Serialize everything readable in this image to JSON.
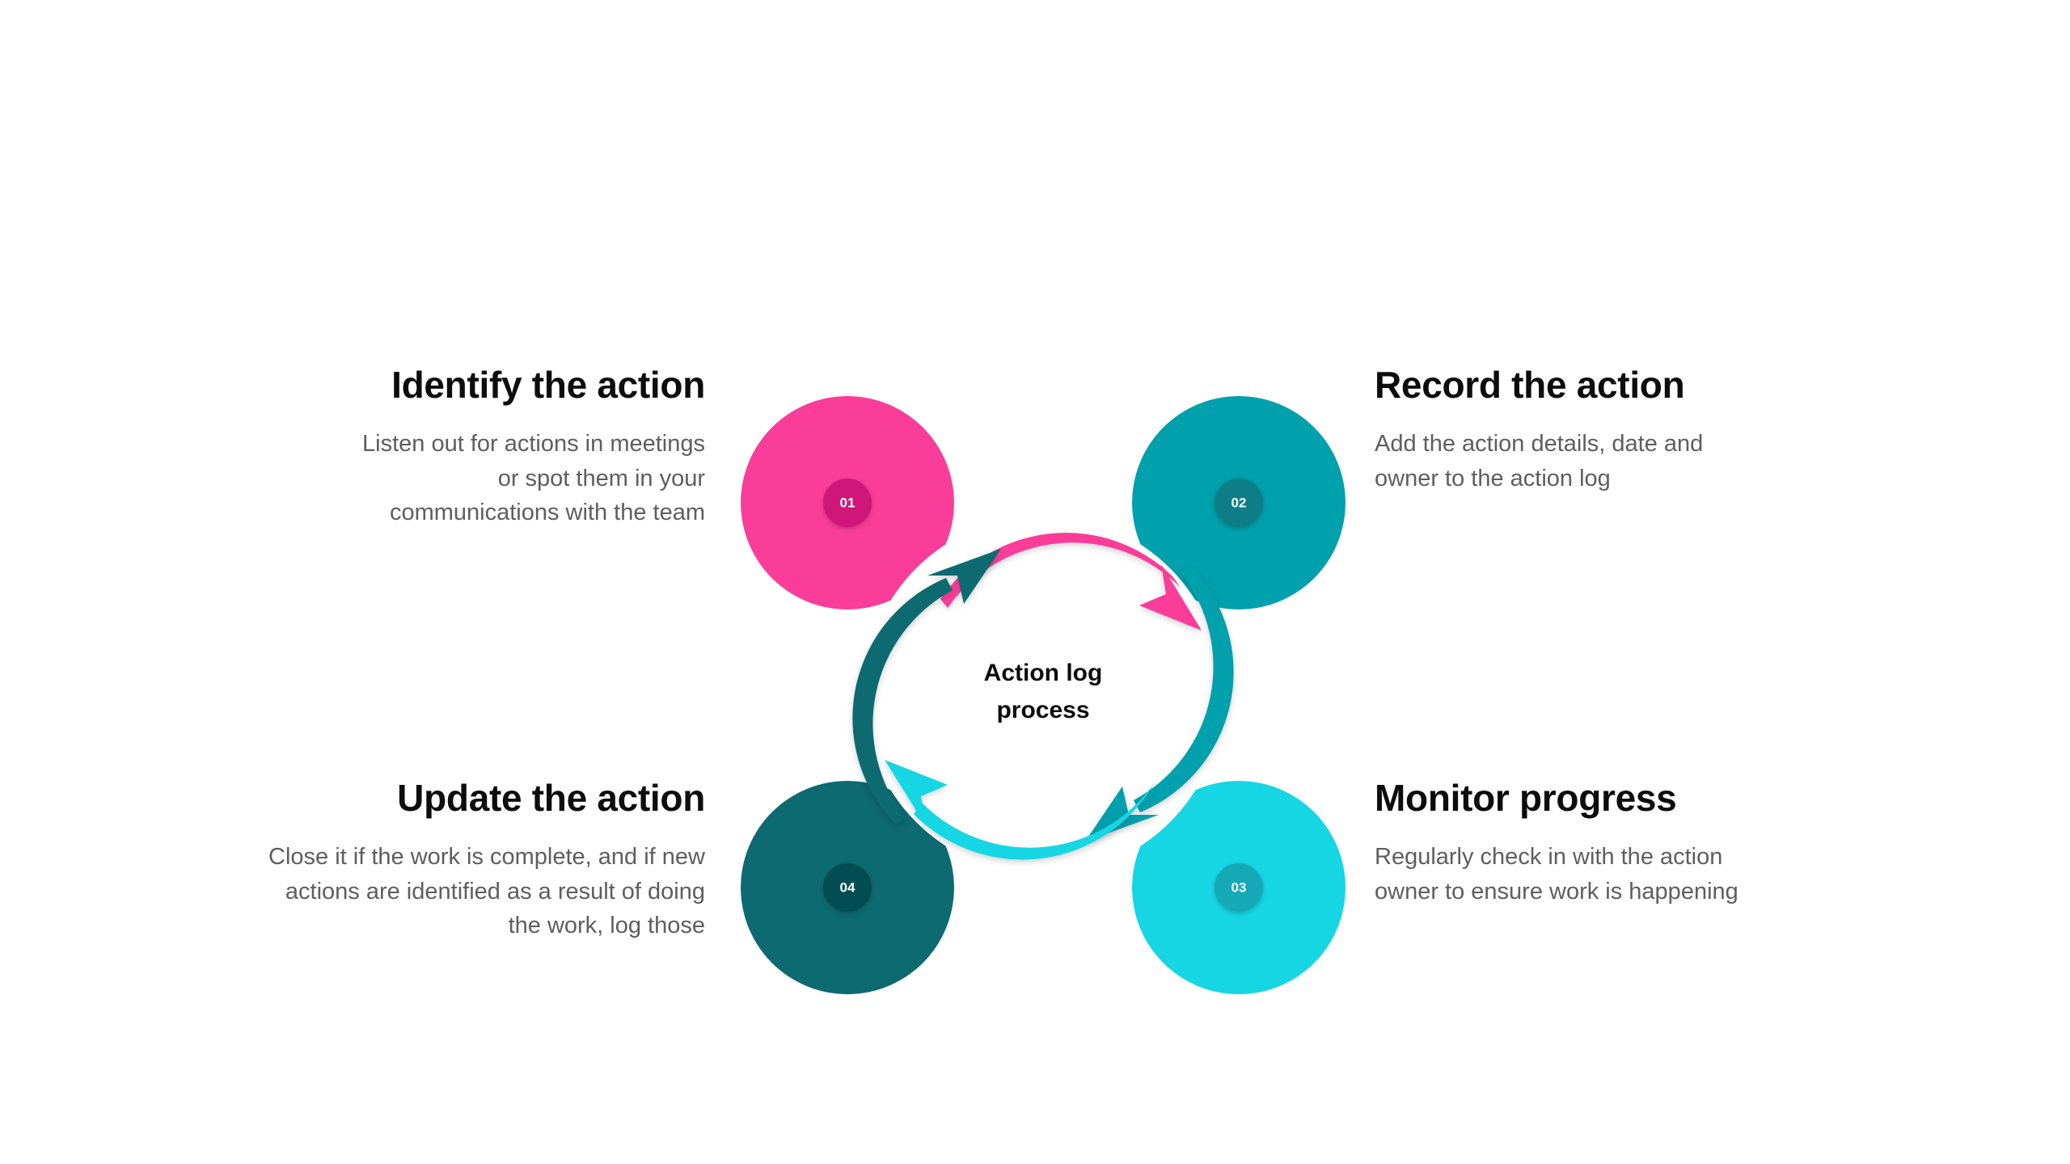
{
  "center": {
    "line1": "Action log",
    "line2": "process"
  },
  "colors": {
    "step1": "#F93C99",
    "step1_badge": "#D1127A",
    "step2": "#00A0AC",
    "step2_badge": "#0A7E88",
    "step3": "#12D6E3",
    "step3_badge": "#13A9B8",
    "step4": "#0A6B70",
    "step4_badge": "#064E52",
    "title": "#0d0d0d",
    "body": "#5e5e5e",
    "background": "#ffffff"
  },
  "steps": [
    {
      "number": "01",
      "title": "Identify the action",
      "description": "Listen out for actions in meetings or spot them in your communications with the team",
      "color": "#F93C99",
      "badge_color": "#D1127A",
      "position": "top-left"
    },
    {
      "number": "02",
      "title": "Record the action",
      "description": "Add the action details, date and owner to the action log",
      "color": "#00A0AC",
      "badge_color": "#0A7E88",
      "position": "top-right"
    },
    {
      "number": "03",
      "title": "Monitor progress",
      "description": "Regularly check in with the action owner to ensure work is happening",
      "color": "#12D6E3",
      "badge_color": "#13A9B8",
      "position": "bottom-right"
    },
    {
      "number": "04",
      "title": "Update the action",
      "description": "Close it if the work is complete, and if new actions are identified as a result of doing the work, log those",
      "color": "#0A6B70",
      "badge_color": "#064E52",
      "position": "bottom-left"
    }
  ],
  "arrows": [
    {
      "name": "arrow-01-to-02",
      "color": "#F93C99",
      "from": "01",
      "to": "02"
    },
    {
      "name": "arrow-02-to-03",
      "color": "#00A0AC",
      "from": "02",
      "to": "03"
    },
    {
      "name": "arrow-03-to-04",
      "color": "#12D6E3",
      "from": "03",
      "to": "04"
    },
    {
      "name": "arrow-04-to-01",
      "color": "#0A6B70",
      "from": "04",
      "to": "01"
    }
  ],
  "chart_data": {
    "type": "diagram",
    "title": "Action log process",
    "subtype": "cyclical-4-step",
    "flow_direction": "clockwise",
    "categories": [
      "01",
      "02",
      "03",
      "04"
    ],
    "labels": [
      "Identify the action",
      "Record the action",
      "Monitor progress",
      "Update the action"
    ]
  }
}
